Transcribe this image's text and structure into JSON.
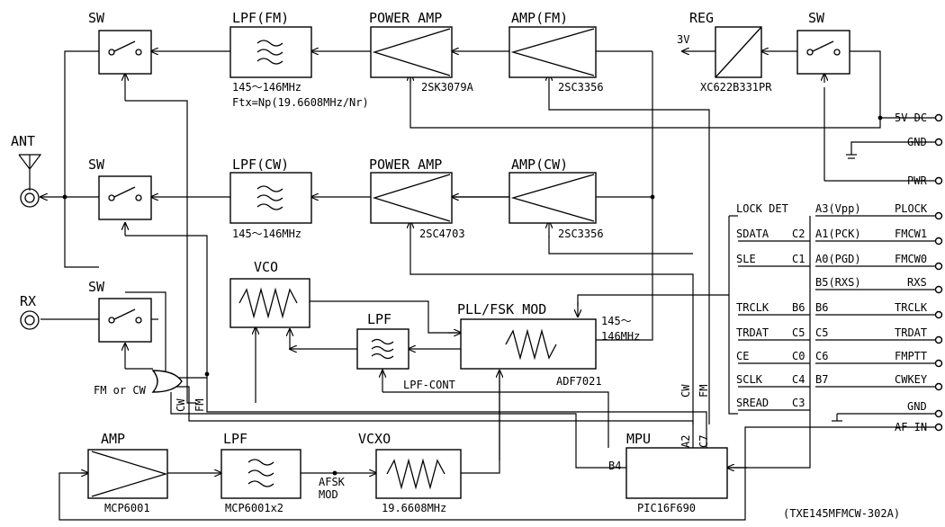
{
  "blocks": {
    "sw_fm": "SW",
    "lpf_fm": "LPF(FM)",
    "pa_fm": "POWER AMP",
    "amp_fm": "AMP(FM)",
    "reg": "REG",
    "sw_reg": "SW",
    "sw_cw": "SW",
    "lpf_cw": "LPF(CW)",
    "pa_cw": "POWER AMP",
    "amp_cw": "AMP(CW)",
    "sw_rx": "SW",
    "vco": "VCO",
    "lpf_loop": "LPF",
    "pll": "PLL/FSK MOD",
    "amp_af": "AMP",
    "lpf_af": "LPF",
    "vcxo": "VCXO",
    "mpu": "MPU"
  },
  "parts": {
    "pa_fm": "2SK3079A",
    "amp_fm": "2SC3356",
    "reg": "XC622B331PR",
    "pa_cw": "2SC4703",
    "amp_cw": "2SC3356",
    "pll": "ADF7021",
    "amp_af": "MCP6001",
    "lpf_af": "MCP6001x2",
    "vcxo": "19.6608MHz",
    "mpu": "PIC16F690"
  },
  "notes": {
    "fm_freq": "145～146MHz",
    "fm_ftx": "Ftx=Np(19.6608MHz/Nr)",
    "cw_freq": "145～146MHz",
    "pll_freq1": "145～",
    "pll_freq2": "146MHz",
    "v3": "3V",
    "ant": "ANT",
    "rx": "RX",
    "fm_or_cw": "FM or CW",
    "cw_small": "CW",
    "fm_small": "FM",
    "lpf_cont": "LPF-CONT",
    "afsk1": "AFSK",
    "afsk2": "MOD",
    "cw_mpu": "CW",
    "fm_mpu": "FM",
    "a2": "A2",
    "c7": "C7",
    "b4": "B4",
    "title": "(TXE145MFMCW-302A)"
  },
  "bus_left": [
    {
      "sig": "LOCK DET",
      "pin": ""
    },
    {
      "sig": "SDATA",
      "pin": "C2"
    },
    {
      "sig": "SLE",
      "pin": "C1"
    },
    {
      "sig": "TRCLK",
      "pin": "B6"
    },
    {
      "sig": "TRDAT",
      "pin": "C5"
    },
    {
      "sig": "CE",
      "pin": "C0"
    },
    {
      "sig": "SCLK",
      "pin": "C4"
    },
    {
      "sig": "SREAD",
      "pin": "C3"
    }
  ],
  "bus_right_pins": [
    "A3(Vpp)",
    "A1(PCK)",
    "A0(PGD)",
    "B5(RXS)",
    "B6",
    "C5",
    "C6",
    "B7"
  ],
  "connector": [
    "5V DC",
    "GND",
    "PWR",
    "PLOCK",
    "FMCW1",
    "FMCW0",
    "RXS",
    "TRCLK",
    "TRDAT",
    "FMPTT",
    "CWKEY",
    "GND",
    "AF IN"
  ]
}
